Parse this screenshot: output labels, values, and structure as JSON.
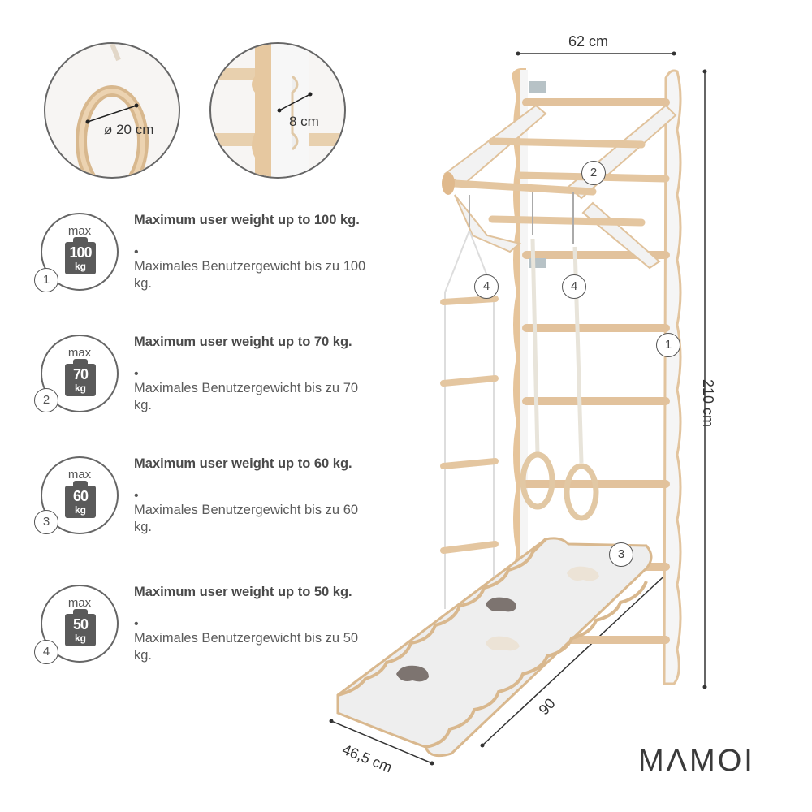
{
  "details": [
    {
      "label": "ø 20 cm"
    },
    {
      "label": "8 cm"
    }
  ],
  "weights": [
    {
      "max_label": "max",
      "value": "100",
      "unit": "kg",
      "number": "1",
      "title": "Maximum user weight up to 100 kg.",
      "bullet": "•",
      "subtitle": "Maximales Benutzergewicht bis zu 100 kg."
    },
    {
      "max_label": "max",
      "value": "70",
      "unit": "kg",
      "number": "2",
      "title": "Maximum user weight up to 70 kg.",
      "bullet": "•",
      "subtitle": "Maximales Benutzergewicht bis zu 70 kg."
    },
    {
      "max_label": "max",
      "value": "60",
      "unit": "kg",
      "number": "3",
      "title": "Maximum user weight up to 60 kg.",
      "bullet": "•",
      "subtitle": "Maximales Benutzergewicht bis zu 60 kg."
    },
    {
      "max_label": "max",
      "value": "50",
      "unit": "kg",
      "number": "4",
      "title": "Maximum user weight up to 50 kg.",
      "bullet": "•",
      "subtitle": "Maximales Benutzergewicht bis zu 50 kg."
    }
  ],
  "dimensions": {
    "width": "62 cm",
    "height": "210 cm",
    "length": "90",
    "slide_width": "46,5 cm"
  },
  "callouts": [
    "2",
    "4",
    "4",
    "1",
    "3"
  ],
  "brand": "MΛMOI",
  "colors": {
    "wood": "#e8c9a4",
    "wood_dark": "#d9b48a",
    "frame_white": "#f4f4f4",
    "text_dark": "#4a4a4a",
    "badge_gray": "#5a5a5a"
  }
}
